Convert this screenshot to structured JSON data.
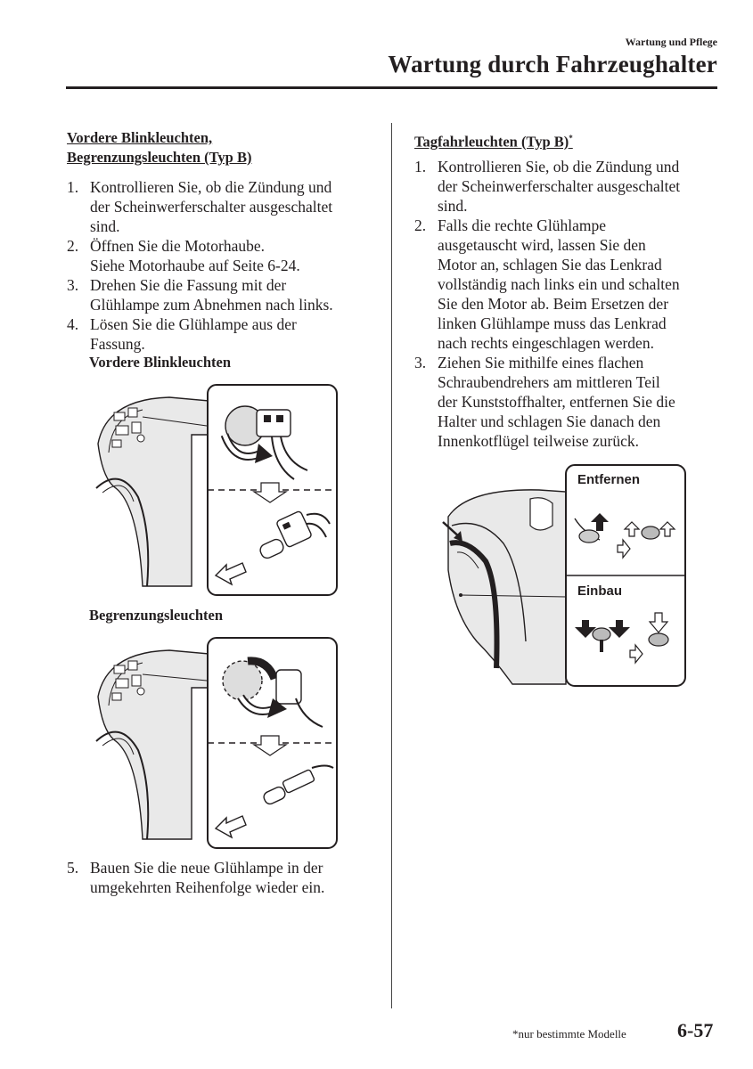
{
  "header": {
    "section": "Wartung und Pflege",
    "title": "Wartung durch Fahrzeughalter"
  },
  "left": {
    "heading_line1": "Vordere Blinkleuchten,",
    "heading_line2": "Begrenzungsleuchten (Typ B)",
    "steps": [
      {
        "num": "1.",
        "lines": [
          "Kontrollieren Sie, ob die Zündung und",
          "der Scheinwerferschalter ausgeschaltet",
          "sind."
        ]
      },
      {
        "num": "2.",
        "lines": [
          "Öffnen Sie die Motorhaube.",
          "Siehe Motorhaube auf Seite 6-24."
        ]
      },
      {
        "num": "3.",
        "lines": [
          "Drehen Sie die Fassung mit der",
          "Glühlampe zum Abnehmen nach links."
        ]
      },
      {
        "num": "4.",
        "lines": [
          "Lösen Sie die Glühlampe aus der",
          "Fassung."
        ]
      }
    ],
    "caption_blink": "Vordere Blinkleuchten",
    "caption_begrenzung": "Begrenzungsleuchten",
    "step5": {
      "num": "5.",
      "lines": [
        "Bauen Sie die neue Glühlampe in der",
        "umgekehrten Reihenfolge wieder ein."
      ]
    }
  },
  "right": {
    "heading": "Tagfahrleuchten (Typ B)",
    "heading_mark": "*",
    "steps": [
      {
        "num": "1.",
        "lines": [
          "Kontrollieren Sie, ob die Zündung und",
          "der Scheinwerferschalter ausgeschaltet",
          "sind."
        ]
      },
      {
        "num": "2.",
        "lines": [
          "Falls die rechte Glühlampe",
          "ausgetauscht wird, lassen Sie den",
          "Motor an, schlagen Sie das Lenkrad",
          "vollständig nach links ein und schalten",
          "Sie den Motor ab. Beim Ersetzen der",
          "linken Glühlampe muss das Lenkrad",
          "nach rechts eingeschlagen werden."
        ]
      },
      {
        "num": "3.",
        "lines": [
          "Ziehen Sie mithilfe eines flachen",
          "Schraubendrehers am mittleren Teil",
          "der Kunststoffhalter, entfernen Sie die",
          "Halter und schlagen Sie danach den",
          "Innenkotflügel teilweise zurück."
        ]
      }
    ],
    "figure_label_remove": "Entfernen",
    "figure_label_install": "Einbau"
  },
  "footer": {
    "note": "*nur bestimmte Modelle",
    "page": "6-57"
  }
}
